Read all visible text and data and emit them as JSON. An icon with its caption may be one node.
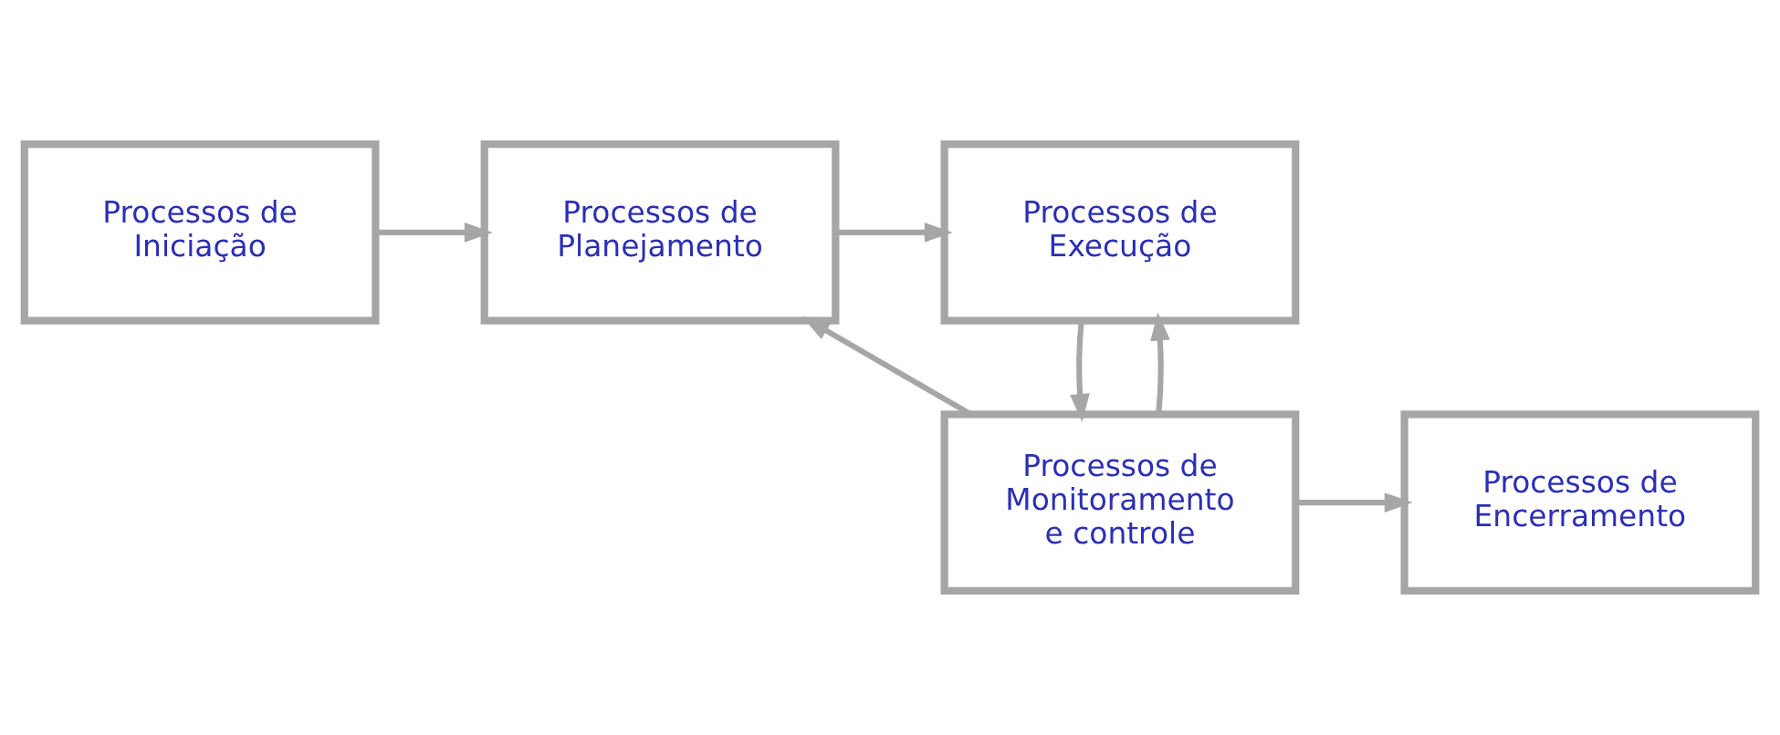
{
  "diagram": {
    "nodes": [
      {
        "text": [
          "Processos de Iniciação"
        ]
      },
      {
        "text": [
          "Processos de Planejamento"
        ]
      },
      {
        "text": [
          "Processos de Execução"
        ]
      },
      {
        "text": [
          "Processos de Encerramento"
        ]
      },
      {
        "text": [
          "Processos de Monitoramento e controle"
        ]
      }
    ],
    "edges": [
      {
        "from": 0,
        "to": 1,
        "arrow": "to"
      },
      {
        "from": 1,
        "to": 2,
        "arrow": "to"
      },
      {
        "from": 4,
        "to": 1,
        "arrow": "to"
      },
      {
        "from": 4,
        "to": 2,
        "arrow": "to"
      },
      {
        "from": 2,
        "to": 4,
        "arrow": "to"
      },
      {
        "from": 4,
        "to": 3,
        "arrow": "to"
      }
    ]
  }
}
